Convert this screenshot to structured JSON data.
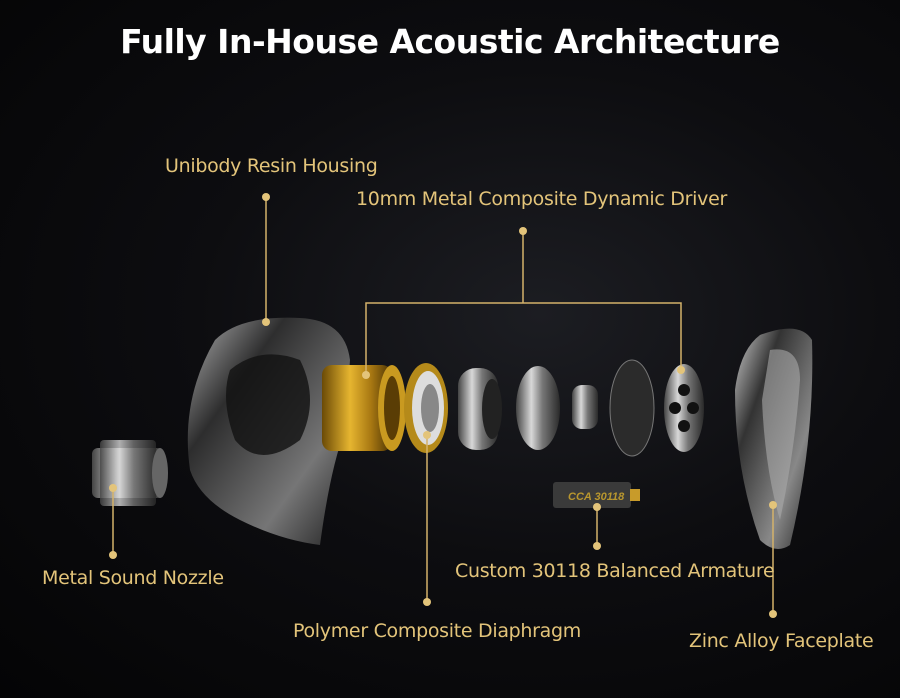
{
  "title": "Fully In-House Acoustic Architecture",
  "colors": {
    "accent": "#e3c47a",
    "background": "#0a0a0c",
    "title": "#ffffff"
  },
  "labels": {
    "housing": "Unibody Resin Housing",
    "driver": "10mm Metal Composite Dynamic Driver",
    "nozzle": "Metal Sound Nozzle",
    "diaphragm": "Polymer Composite Diaphragm",
    "armature": "Custom 30118 Balanced Armature",
    "faceplate": "Zinc Alloy Faceplate"
  },
  "armature_marking": "CCA 30118"
}
